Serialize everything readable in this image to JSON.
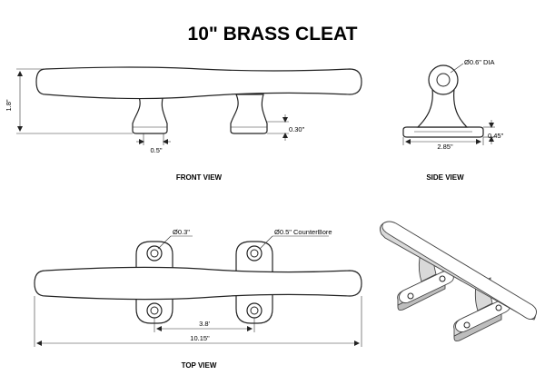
{
  "title": "10\" BRASS CLEAT",
  "views": {
    "front": "FRONT VIEW",
    "side": "SIDE VIEW",
    "top": "TOP VIEW"
  },
  "dimensions": {
    "height": "1.8\"",
    "base_width": "0.5\"",
    "base_height": "0.30\"",
    "side_dia": "0.6\" DIA",
    "side_width": "2.85\"",
    "side_base": "0.45\"",
    "hole_dia": "0.3\"",
    "counterbore": "0.5\" CounterBore",
    "hole_spacing": "3.8'",
    "overall_length": "10.15\""
  },
  "symbols": {
    "diameter": "Ø"
  }
}
